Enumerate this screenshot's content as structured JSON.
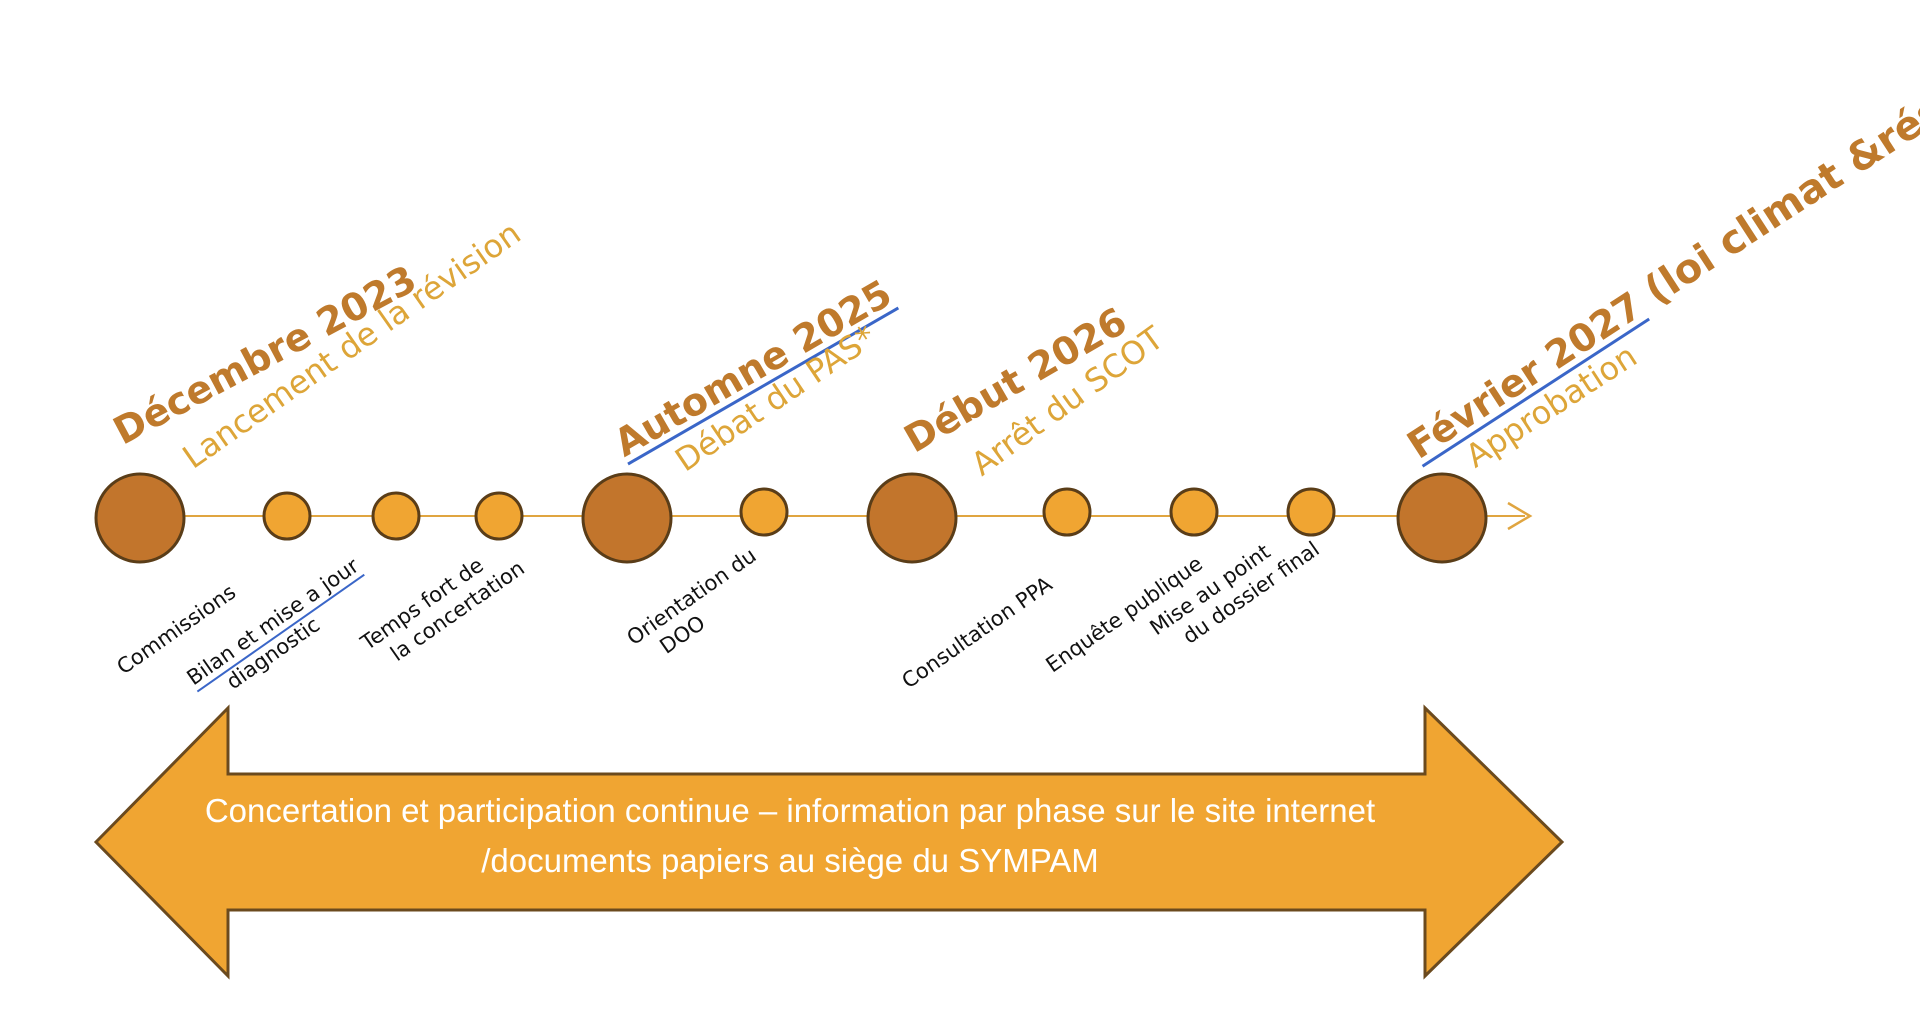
{
  "colors": {
    "major_fill": "#c2752c",
    "minor_fill": "#f0a532",
    "outline": "#5a3d18",
    "line": "#e0a540",
    "date_text": "#bf7a2c",
    "sub_text": "#dda538",
    "banner_fill": "#f0a532",
    "underline": "#3a66c8"
  },
  "milestones": [
    {
      "date": "Décembre 2023",
      "label": "Lancement de la révision"
    },
    {
      "date": "Automne 2025",
      "label": "Débat du PAS*"
    },
    {
      "date": "Début 2026",
      "label": "Arrêt du SCOT"
    },
    {
      "date": "Février 2027",
      "date_extra": "(loi climat &résilience)",
      "label": "Approbation"
    }
  ],
  "steps": [
    {
      "lines": [
        "Commissions"
      ]
    },
    {
      "lines": [
        "Bilan  et mise a jour",
        "diagnostic"
      ]
    },
    {
      "lines": [
        "Temps fort de",
        "la concertation"
      ]
    },
    {
      "lines": [
        "Orientation du",
        "DOO"
      ]
    },
    {
      "lines": [
        "Consultation PPA"
      ]
    },
    {
      "lines": [
        "Enquête publique"
      ]
    },
    {
      "lines": [
        "Mise au point",
        "du dossier final"
      ]
    }
  ],
  "banner": {
    "line1": "Concertation et participation continue – information par phase sur le site internet",
    "line2": "/documents papiers au siège du SYMPAM"
  }
}
